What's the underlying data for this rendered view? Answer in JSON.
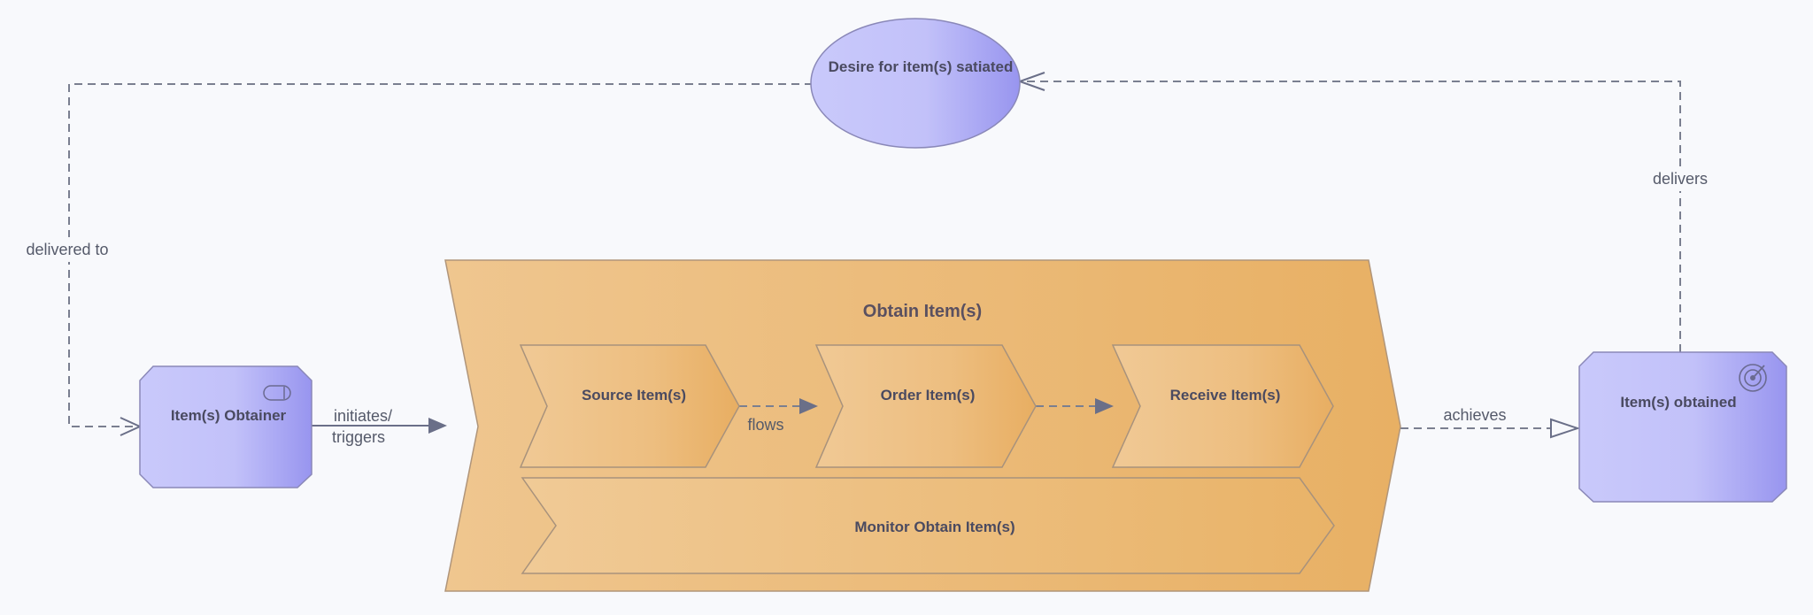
{
  "diagram": {
    "nodes": {
      "desire": {
        "label": "Desire for item(s) satiated"
      },
      "obtainer": {
        "label": "Item(s) Obtainer"
      },
      "obtain": {
        "label": "Obtain Item(s)"
      },
      "source": {
        "label": "Source Item(s)"
      },
      "order": {
        "label": "Order Item(s)"
      },
      "receive": {
        "label": "Receive Item(s)"
      },
      "monitor": {
        "label": "Monitor Obtain Item(s)"
      },
      "obtained": {
        "label": "Item(s) obtained"
      }
    },
    "edges": {
      "delivered_to": "delivered to",
      "delivers": "delivers",
      "initiates_line1": "initiates/",
      "initiates_line2": "triggers",
      "flows": "flows",
      "achieves": "achieves"
    }
  },
  "colors": {
    "purple_light": "#c8c8fa",
    "purple_dark": "#9b98f0",
    "orange_light": "#f0c890",
    "orange_dark": "#e9b166",
    "line": "#7a7f90"
  }
}
